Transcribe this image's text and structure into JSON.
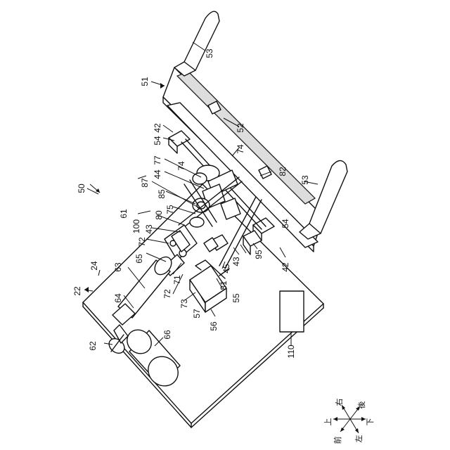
{
  "figure": {
    "labels": {
      "l50": "50",
      "l51": "51",
      "l52": "52",
      "l53a": "53",
      "l53b": "53",
      "l54a": "54",
      "l54b": "54",
      "l42a": "42",
      "l42b": "42",
      "l74a": "74",
      "l74b": "74",
      "l77": "77",
      "l44": "44",
      "l87": "87",
      "l82": "82",
      "l85": "85",
      "l75": "75",
      "l80": "80",
      "l43a": "43",
      "l43b": "43",
      "l100": "100",
      "l61": "61",
      "l72a": "72",
      "l72b": "72",
      "l65": "65",
      "l63": "63",
      "l24": "24",
      "l22": "22",
      "l64": "64",
      "l71": "71",
      "l73": "73",
      "l45": "45",
      "l81": "81",
      "l95": "95",
      "l55": "55",
      "l57": "57",
      "l56": "56",
      "l62": "62",
      "l66": "66",
      "l110": "110"
    },
    "compass": {
      "up": "上",
      "right": "右",
      "back": "後",
      "down": "下",
      "left": "左",
      "front": "前"
    }
  }
}
